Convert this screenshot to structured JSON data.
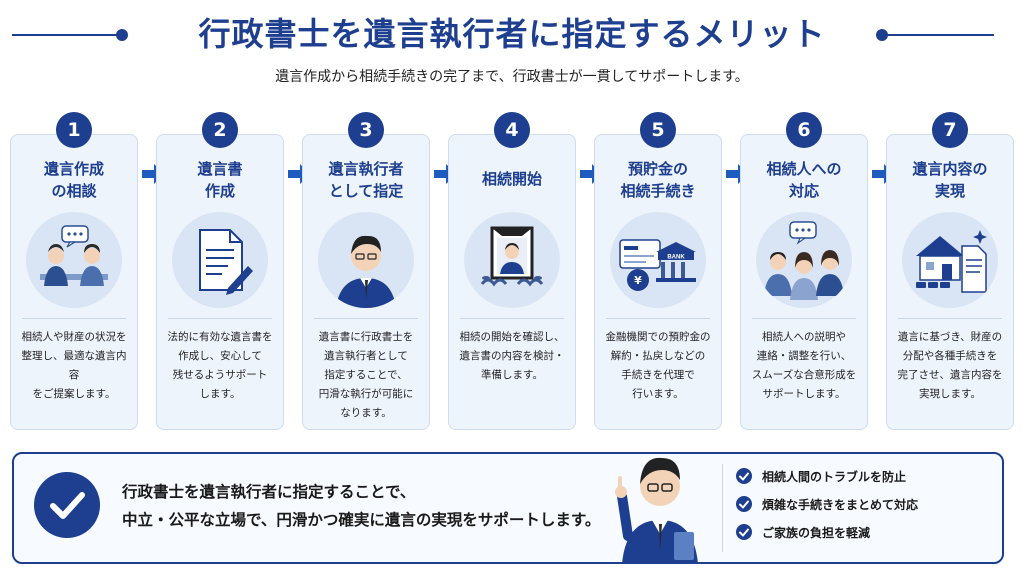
{
  "header": {
    "title": "行政書士を遺言執行者に指定するメリット",
    "subtitle": "遺言作成から相続手続きの完了まで、行政書士が一貫してサポートします。"
  },
  "colors": {
    "primary": "#1e3f8f",
    "card_bg": "#eef4fc",
    "icon_bg": "#d9e5f5"
  },
  "steps": [
    {
      "number": "1",
      "title": "遺言作成\nの相談",
      "icon": "consultation-icon",
      "desc": "相続人や財産の状況を\n整理し、最適な遺言内容\nをご提案します。"
    },
    {
      "number": "2",
      "title": "遺言書\n作成",
      "icon": "document-pen-icon",
      "desc": "法的に有効な遺言書を\n作成し、安心して\n残せるようサポート\nします。"
    },
    {
      "number": "3",
      "title": "遺言執行者\nとして指定",
      "icon": "businessman-icon",
      "desc": "遺言書に行政書士を\n遺言執行者として\n指定することで、\n円滑な執行が可能に\nなります。"
    },
    {
      "number": "4",
      "title": "相続開始",
      "icon": "memorial-portrait-icon",
      "desc": "相続の開始を確認し、\n遺言書の内容を検討・\n準備します。"
    },
    {
      "number": "5",
      "title": "預貯金の\n相続手続き",
      "icon": "bank-icon",
      "desc": "金融機関での預貯金の\n解約・払戻しなどの\n手続きを代理で\n行います。"
    },
    {
      "number": "6",
      "title": "相続人への\n対応",
      "icon": "family-icon",
      "desc": "相続人への説明や\n連絡・調整を行い、\nスムーズな合意形成を\nサポートします。"
    },
    {
      "number": "7",
      "title": "遺言内容の\n実現",
      "icon": "house-document-icon",
      "desc": "遺言に基づき、財産の\n分配や各種手続きを\n完了させ、遺言内容を\n実現します。"
    }
  ],
  "summary": {
    "line1": "行政書士を遺言執行者に指定することで、",
    "line2": "中立・公平な立場で、円滑かつ確実に遺言の実現をサポートします。",
    "points": [
      "相続人間のトラブルを防止",
      "煩雑な手続きをまとめて対応",
      "ご家族の負担を軽減"
    ]
  }
}
